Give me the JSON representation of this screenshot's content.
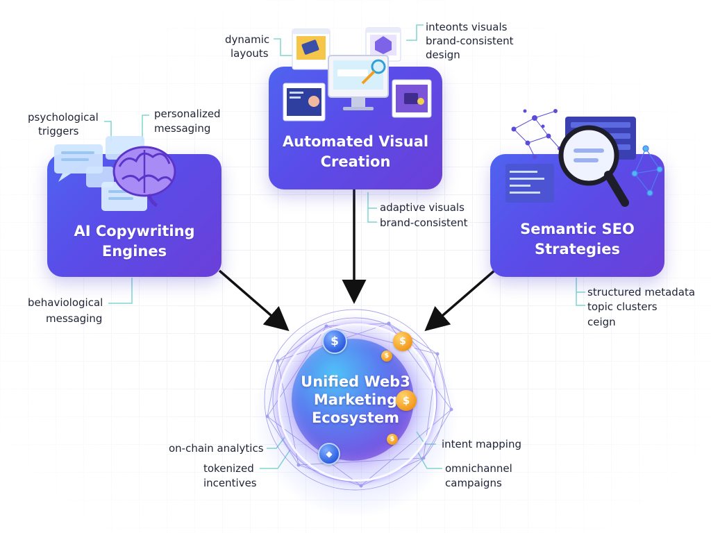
{
  "cards": {
    "left": {
      "title_line1": "AI Copywriting",
      "title_line2": "Engines"
    },
    "center": {
      "title_line1": "Automated Visual",
      "title_line2": "Creation"
    },
    "right": {
      "title_line1": "Semantic SEO",
      "title_line2": "Strategies"
    }
  },
  "ecosystem": {
    "title_line1": "Unified Web3",
    "title_line2": "Marketing",
    "title_line3": "Ecosystem"
  },
  "labels": {
    "psychological": "psychological",
    "triggers": "triggers",
    "personalized": "personalized",
    "messaging": "messaging",
    "behaviological": "behaviological",
    "messaging2": "messaging",
    "dynamic": "dynamic",
    "layouts": "layouts",
    "inteonts_visuals": "inteonts visuals",
    "brand_consistent_top": "brand-consistent",
    "design": "design",
    "adaptive_visuals": "adaptive visuals",
    "brand_consistent_mid": "brand-consistent",
    "structured_metadata": "structured metadata",
    "topic_clusters": "topic clusters",
    "ceign": "ceign",
    "on_chain_analytics": "on-chain analytics",
    "tokenized": "tokenized",
    "incentives": "incentives",
    "intent_mapping": "intent mapping",
    "omnichannel": "omnichannel",
    "campaigns": "campaigns"
  },
  "icons": {
    "left": "brain-with-chat-bubbles-icon",
    "center": "browser-windows-and-monitor-icon",
    "right": "magnifier-network-icon",
    "coins": "crypto-coin-icon"
  },
  "colors": {
    "card_start": "#4f63f0",
    "card_end": "#6b3fd8",
    "connector": "#7ed6cf",
    "arrow": "#111111",
    "coin_gold": "#f39a1e",
    "coin_blue": "#2f5fe0"
  }
}
